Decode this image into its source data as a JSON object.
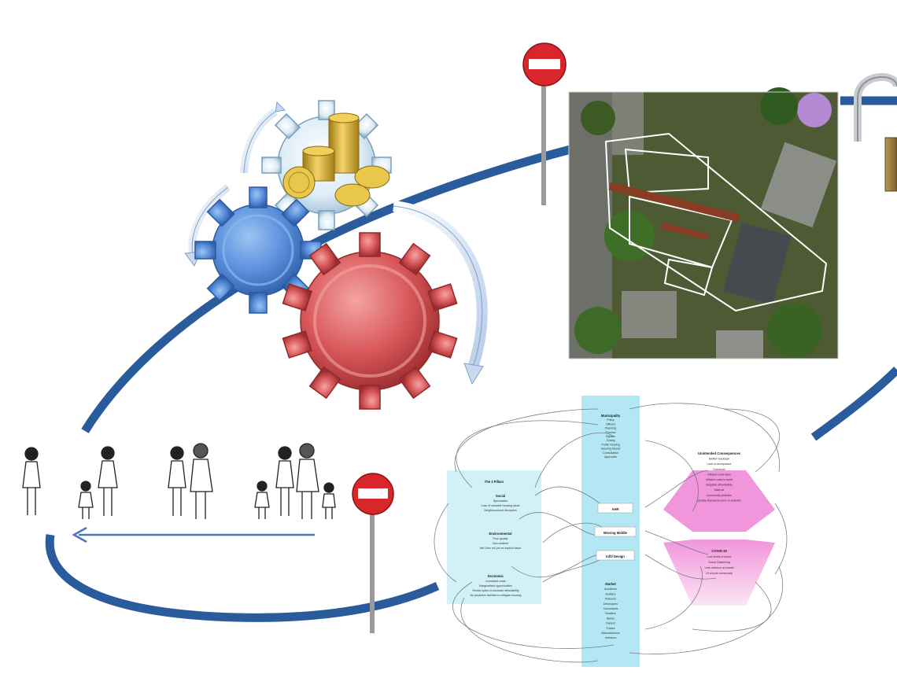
{
  "diagram": {
    "colors": {
      "loop": "#2a5b9b",
      "arrow": "#4a76b8",
      "gear_blue": "#5a8fdc",
      "gear_red": "#d9585a",
      "gear_white": "#dcecf7",
      "coin": "#d8b33a",
      "sign_red": "#d8262b",
      "highlight_cyan": "#a6e3f1",
      "highlight_pink": "#f08ad8"
    },
    "icons": [
      "gears-cycle-icon",
      "coins-icon",
      "no-entry-sign-icon",
      "padlock-icon",
      "family-growth-icon",
      "aerial-site-plan-image"
    ],
    "map": {
      "pillars_title": "The 3 Pillars",
      "social": {
        "heading": "Social",
        "items": [
          "Speculation",
          "Loss of valuable housing stock",
          "Neighbourhood disruption"
        ]
      },
      "environmental": {
        "heading": "Environmental",
        "items": [
          "Poor quality",
          "Non resilient",
          "Net Zero not yet an explicit value"
        ]
      },
      "economic": {
        "heading": "Economic",
        "items": [
          "Increased costs",
          "Marginalised opportunities",
          "Rental option to increase affordability",
          "No proactive facilities to mitigate housing"
        ]
      },
      "municipality": {
        "heading": "Municipality",
        "items": [
          "Policy",
          "Officers",
          "Planning",
          "Process",
          "Bylaws",
          "Zoning",
          "Public Hearing",
          "Housing Needs",
          "Consultation",
          "Approvals"
        ]
      },
      "market": {
        "heading": "Market",
        "items": [
          "Architects",
          "Builders",
          "Planners",
          "Developers",
          "Consultants",
          "Realtors",
          "Banks",
          "Owners",
          "Trades",
          "Manufacturers",
          "Investors"
        ]
      },
      "hubs": [
        "AHR",
        "Missing Middle",
        "Infill Design"
      ],
      "unintended": {
        "heading": "Unintended Consequences",
        "items": [
          "NIMBY backlash",
          "Lack of acceptance",
          "Overbuild",
          "Inflated costs land",
          "Inflated costs to build",
          "Negative affordability",
          "Mistrust",
          "Community Activism",
          "Quality standards lower in suburbs"
        ]
      },
      "covid": {
        "heading": "COVID-19",
        "items": [
          "Low levels of home",
          "Social Distancing",
          "Less reliance on transit",
          "15 minute community"
        ]
      }
    }
  }
}
